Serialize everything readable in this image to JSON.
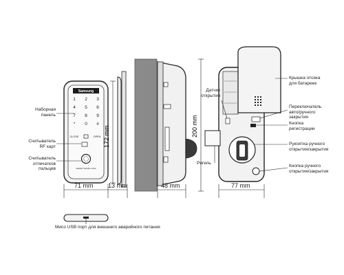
{
  "keypad": {
    "brand": "Samsung",
    "keys": [
      "1",
      "2",
      "3",
      "4",
      "5",
      "6",
      "7",
      "8",
      "9",
      "*",
      "0",
      "#"
    ],
    "close_label": "CLOSE",
    "open_label": "OPEN",
    "smart_lock_label": "SMART DOOR LOCK"
  },
  "labels": {
    "keypad_panel": "Наборная\nпанель",
    "rf_reader": "Считыватель\nRF карт",
    "fingerprint_reader": "Считыватель\nотпечатков\nпальцев",
    "open_sensor": "Датчик\nоткрытия",
    "lever": "Ригель",
    "battery_cover": "Крышка отсека\nдля батареек",
    "auto_manual_switch": "Переключатель\nавто/ручного\nзакрытия",
    "register_button": "Кнопка\nрегистрации",
    "manual_handle": "Рукоятка ручного\nоткрытия/закрытия",
    "manual_button": "Кнопка ручного\nоткрытия/закрытия",
    "micro_usb": "Мисо USB порт для внешнего аварийного питания"
  },
  "dimensions": {
    "width_front": "71 mm",
    "gap": "13 mm",
    "depth": "48 mm",
    "width_back": "77 mm",
    "height_front": "172 mm",
    "height_back": "200 mm"
  }
}
